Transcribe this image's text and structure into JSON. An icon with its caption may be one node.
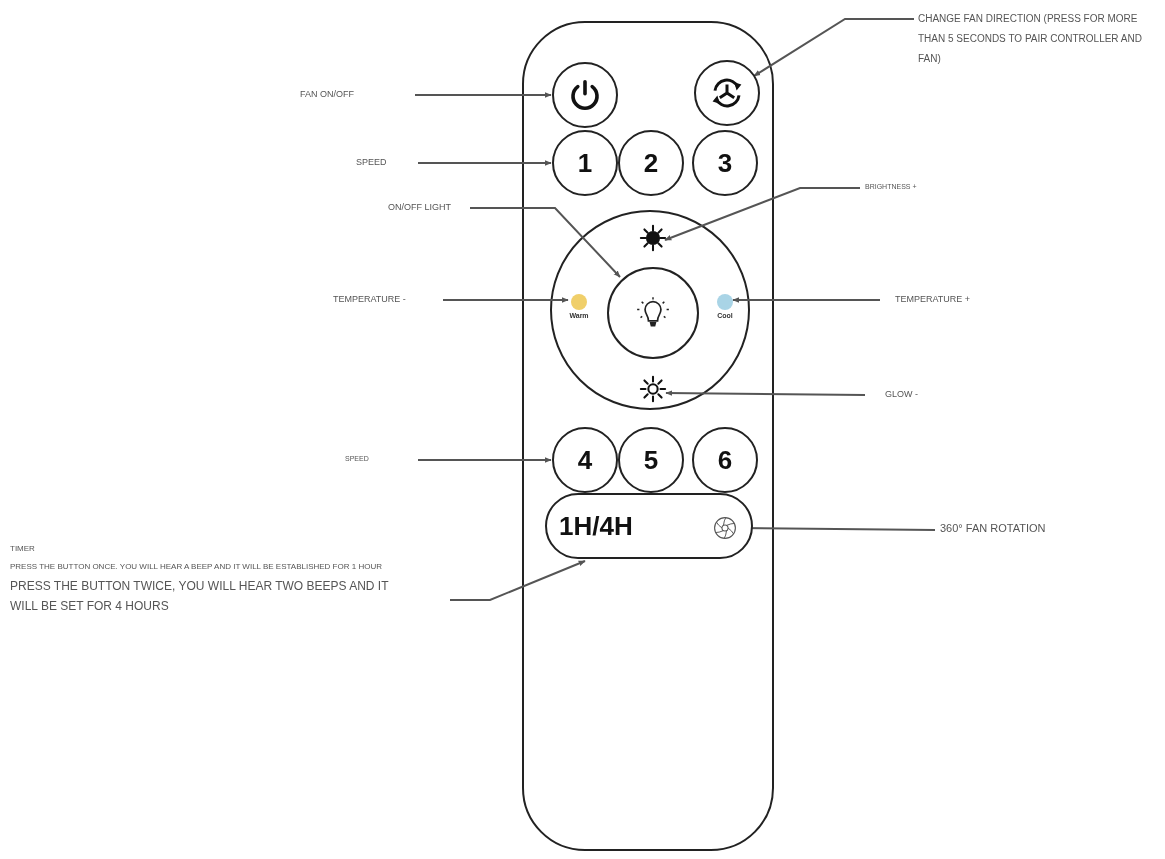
{
  "diagram": {
    "nodes": [
      {
        "text": [
          "CHANGE FAN DIRECTION (PRESS FOR MORE THAN 5 SECONDS TO PAIR CONTROLLER AND FAN)"
        ]
      },
      {
        "text": [
          "FAN ON/OFF"
        ]
      },
      {
        "text": [],
        "shape": "circle"
      },
      {
        "text": [],
        "shape": "circle"
      },
      {
        "text": [
          "SPEED"
        ]
      },
      {
        "text": [
          "1"
        ]
      },
      {
        "text": [
          "2"
        ]
      },
      {
        "text": [
          "3"
        ]
      },
      {
        "text": [
          "BRIGHTNESS +"
        ]
      },
      {
        "text": [
          "ON/OFF LIGHT"
        ]
      },
      {
        "text": [],
        "shape": "circle"
      },
      {
        "text": [],
        "shape": "sun",
        "in": 10
      },
      {
        "text": [
          "TEMPERATURE -"
        ]
      },
      {
        "text": [],
        "shape": "circle",
        "in": 10,
        "beside": [
          "Warm"
        ]
      },
      {
        "text": [],
        "shape": "circle",
        "in": 10
      },
      {
        "text": [],
        "shape": "circle",
        "in": 10,
        "beside": [
          "Cool"
        ]
      },
      {
        "text": [
          "TEMPERATURE +"
        ]
      },
      {
        "text": [],
        "shape": "sun",
        "in": 10
      },
      {
        "text": [
          "GLOW -"
        ]
      },
      {
        "text": [
          "SPEED"
        ]
      },
      {
        "text": [
          "4"
        ]
      },
      {
        "text": [
          "5"
        ]
      },
      {
        "text": [
          "6"
        ]
      },
      {
        "text": [
          "1H/4H"
        ]
      },
      {
        "text": [],
        "shape": "fan",
        "in": 23
      },
      {
        "text": [
          "360° FAN ROTATION"
        ]
      },
      {
        "text": [
          "TIMER",
          "PRESS THE BUTTON ONCE. YOU WILL HEAR A BEEP AND IT WILL BE ESTABLISHED FOR 1 HOUR",
          "PRESS THE BUTTON TWICE, YOU WILL HEAR TWO BEEPS AND IT WILL BE SET FOR 4 HOURS"
        ]
      }
    ],
    "edges": [
      {
        "from": 0,
        "to": 3,
        "arrow": "to"
      },
      {
        "from": 1,
        "to": 2,
        "arrow": "to"
      },
      {
        "from": 4,
        "to": 5,
        "arrow": "to"
      },
      {
        "from": 8,
        "to": 11,
        "arrow": "to"
      },
      {
        "from": 9,
        "to": 14,
        "arrow": "to"
      },
      {
        "from": 12,
        "to": 13,
        "arrow": "to"
      },
      {
        "from": 16,
        "to": 15,
        "arrow": "to"
      },
      {
        "from": 18,
        "to": 17,
        "arrow": "to"
      },
      {
        "from": 19,
        "to": 20,
        "arrow": "to"
      },
      {
        "from": 25,
        "to": 24,
        "arrow": "to"
      },
      {
        "from": 26,
        "to": 23,
        "arrow": "to"
      }
    ]
  }
}
